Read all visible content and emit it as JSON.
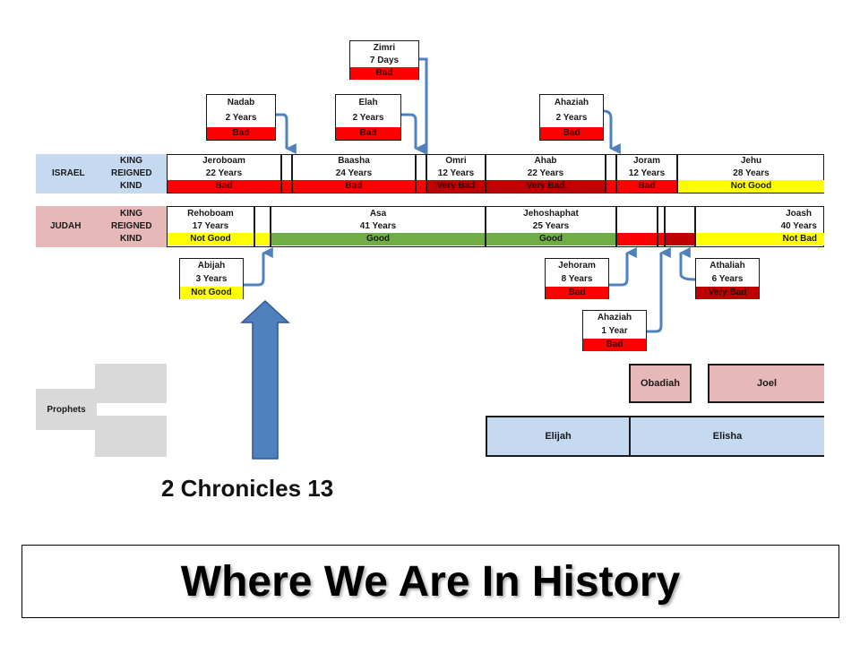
{
  "israel": {
    "label": "ISRAEL",
    "row_labels": [
      "KING",
      "REIGNED",
      "KIND"
    ],
    "kings": [
      {
        "name": "Jeroboam",
        "years": "22 Years",
        "kind": "Bad"
      },
      {
        "name": "Baasha",
        "years": "24 Years",
        "kind": "Bad"
      },
      {
        "name": "Omri",
        "years": "12 Years",
        "kind": "Very Bad"
      },
      {
        "name": "Ahab",
        "years": "22 Years",
        "kind": "Very Bad"
      },
      {
        "name": "Joram",
        "years": "12 Years",
        "kind": "Bad"
      },
      {
        "name": "Jehu",
        "years": "28 Years",
        "kind": "Not Good"
      }
    ],
    "callouts": [
      {
        "name": "Zimri",
        "years": "7 Days",
        "kind": "Bad"
      },
      {
        "name": "Nadab",
        "years": "2 Years",
        "kind": "Bad"
      },
      {
        "name": "Elah",
        "years": "2 Years",
        "kind": "Bad"
      },
      {
        "name": "Ahaziah",
        "years": "2 Years",
        "kind": "Bad"
      }
    ]
  },
  "judah": {
    "label": "JUDAH",
    "row_labels": [
      "KING",
      "REIGNED",
      "KIND"
    ],
    "kings": [
      {
        "name": "Rehoboam",
        "years": "17 Years",
        "kind": "Not Good"
      },
      {
        "name": "Asa",
        "years": "41 Years",
        "kind": "Good"
      },
      {
        "name": "Jehoshaphat",
        "years": "25 Years",
        "kind": "Good"
      },
      {
        "name": "Joash",
        "years": "40 Years",
        "kind": "Not Bad"
      }
    ],
    "callouts": [
      {
        "name": "Abijah",
        "years": "3 Years",
        "kind": "Not Good"
      },
      {
        "name": "Jehoram",
        "years": "8 Years",
        "kind": "Bad"
      },
      {
        "name": "Athaliah",
        "years": "6 Years",
        "kind": "Very Bad"
      },
      {
        "name": "Ahaziah",
        "years": "1 Year",
        "kind": "Bad"
      }
    ]
  },
  "prophets": {
    "label": "Prophets",
    "items": [
      "Obadiah",
      "Joel",
      "Elijah",
      "Elisha"
    ]
  },
  "reference": "2 Chronicles 13",
  "title": "Where We Are In History",
  "colors": {
    "israel_band": "#c5d9f1",
    "judah_band": "#e6b8b7",
    "bad": "#ff0000",
    "very_bad": "#c00000",
    "not_good": "#ffff00",
    "good": "#70ad47",
    "arrow": "#4f81bd",
    "prophet_gray": "#d9d9d9"
  }
}
